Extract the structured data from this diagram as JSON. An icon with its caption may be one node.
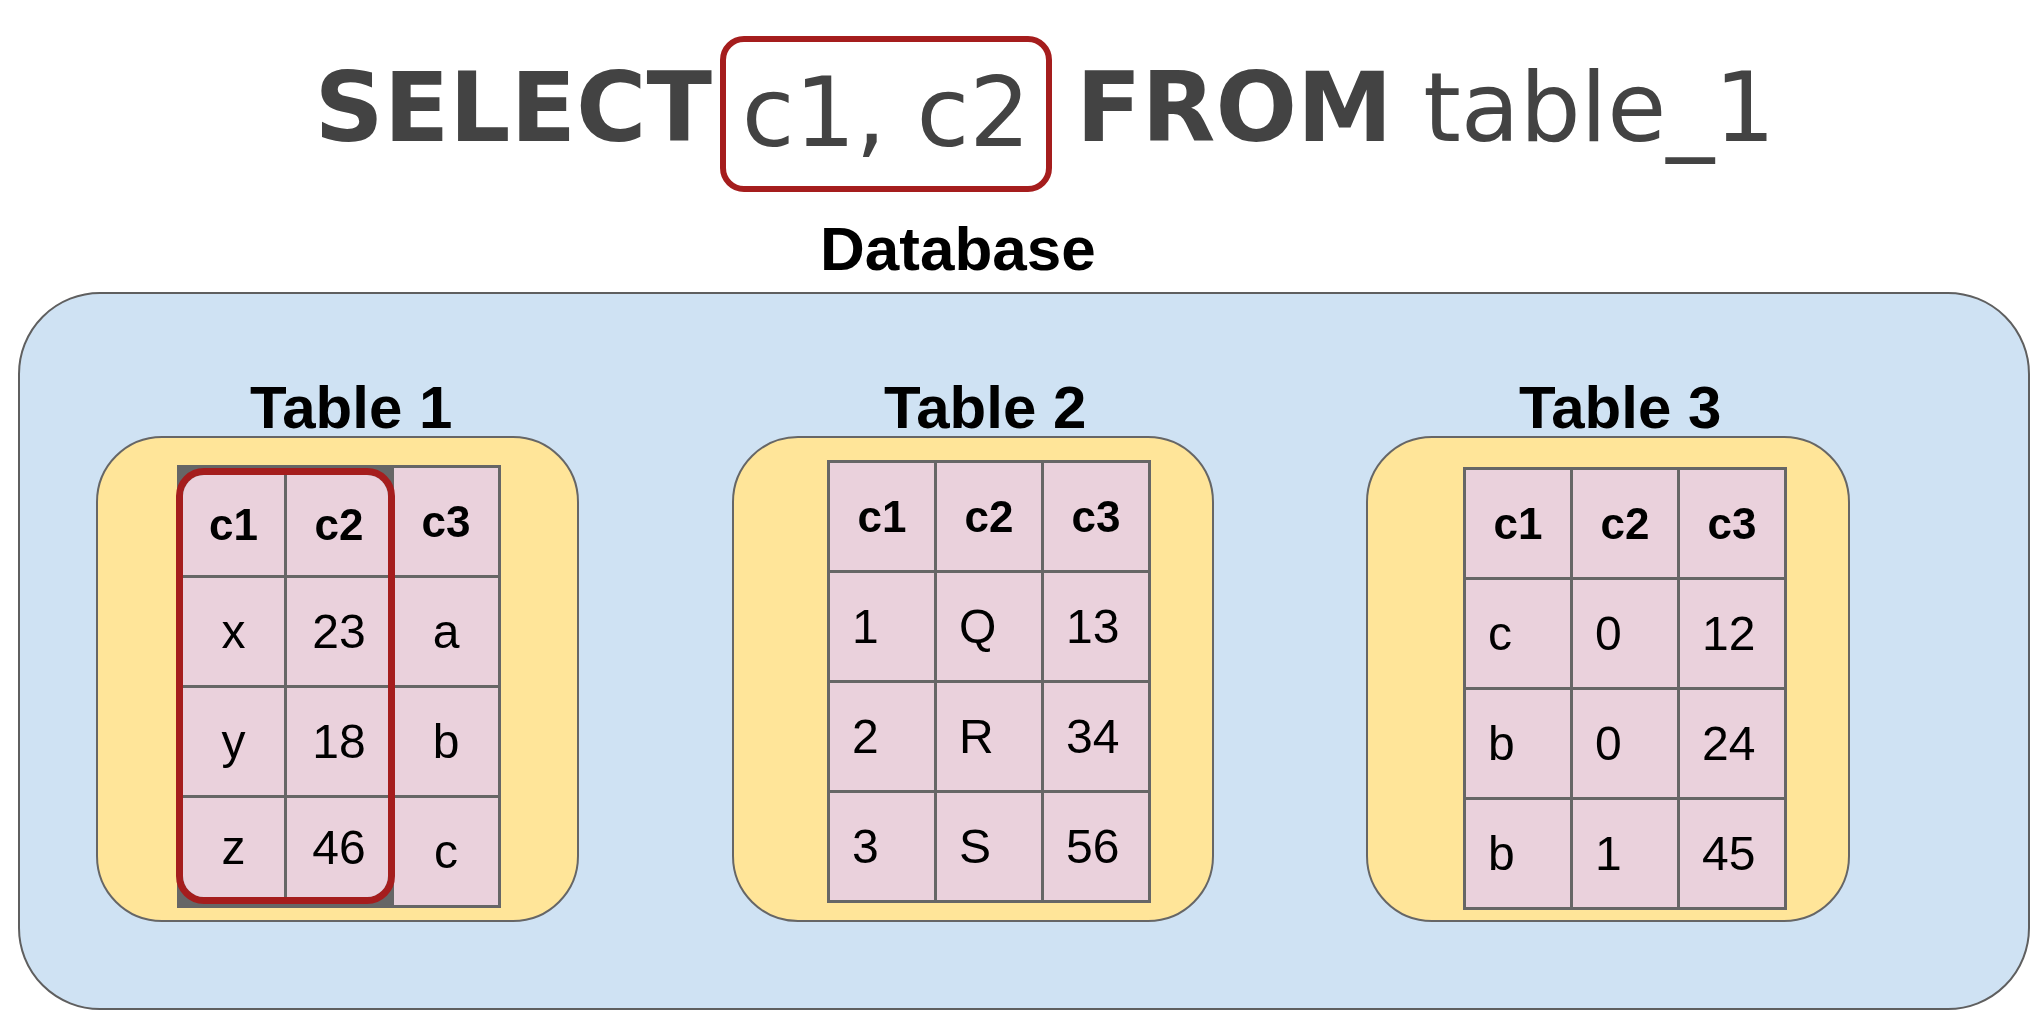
{
  "diagram": {
    "nodes": [
      {
        "text": [
          "c1, c2"
        ]
      },
      {
        "text": [
          "Database"
        ]
      },
      {
        "text": [
          "Table 1",
          "c3",
          "a",
          "b",
          "c"
        ],
        "in": 1
      },
      {
        "text": [
          "c1",
          "c2",
          "x",
          "23",
          "y",
          "18",
          "z",
          "46"
        ],
        "in": 2
      },
      {
        "text": [
          "Table 2",
          "c1",
          "c2",
          "c3",
          "1",
          "Q",
          "13",
          "2",
          "R",
          "34",
          "3",
          "S",
          "56"
        ],
        "in": 1
      },
      {
        "text": [
          "Table 3",
          "c1",
          "c2",
          "c3",
          "c",
          "0",
          "12",
          "b",
          "0",
          "24",
          "b",
          "1",
          "45"
        ],
        "in": 1
      }
    ],
    "labels": [
      "SELECT",
      "**FROM** table_1"
    ]
  }
}
